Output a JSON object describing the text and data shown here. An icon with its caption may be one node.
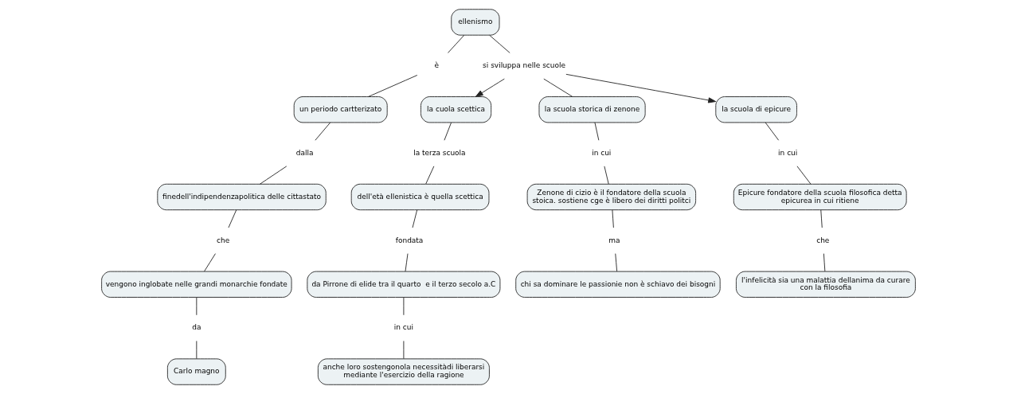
{
  "diagram": {
    "nodes": [
      {
        "text": [
          "ellenismo"
        ]
      },
      {
        "text": [
          "è"
        ]
      },
      {
        "text": [
          "si sviluppa nelle scuole"
        ]
      },
      {
        "text": [
          "un periodo cartterizato"
        ]
      },
      {
        "text": [
          "la cuola scettica"
        ]
      },
      {
        "text": [
          "la scuola storica di zenone"
        ]
      },
      {
        "text": [
          "la scuola di epicure"
        ]
      },
      {
        "text": [
          "dalla"
        ]
      },
      {
        "text": [
          "la terza scuola"
        ]
      },
      {
        "text": [
          "in cui"
        ]
      },
      {
        "text": [
          "in cui"
        ]
      },
      {
        "text": [
          "finedell'indipendenzapolitica delle cittastato"
        ]
      },
      {
        "text": [
          "dell'età ellenistica è quella scettica"
        ]
      },
      {
        "text": [
          "Zenone di cizio è il fondatore della scuola stoica. sostiene cge è libero dei diritti politci"
        ]
      },
      {
        "text": [
          "Epicure fondatore della scuola filosofica detta epicurea in cui ritiene"
        ]
      },
      {
        "text": [
          "che"
        ]
      },
      {
        "text": [
          "fondata"
        ]
      },
      {
        "text": [
          "ma"
        ]
      },
      {
        "text": [
          "che"
        ]
      },
      {
        "text": [
          "vengono inglobate nelle grandi monarchie fondate"
        ]
      },
      {
        "text": [
          "da Pirrone di elide tra il quarto  e il terzo secolo a.C"
        ]
      },
      {
        "text": [
          "chi sa dominare le passionie non è schiavo dei bisogni"
        ]
      },
      {
        "text": [
          "l'infelicità sia una malattia dellanima da curare con la filosofia"
        ]
      },
      {
        "text": [
          "da"
        ]
      },
      {
        "text": [
          "in cui"
        ]
      },
      {
        "text": [
          "Carlo magno"
        ]
      },
      {
        "text": [
          "anche loro sostengonola necessitàdi liberarsi mediante l'esercizio della ragione"
        ]
      }
    ],
    "edges": [
      {
        "from": 0,
        "to": 1,
        "arrow": "none"
      },
      {
        "from": 1,
        "to": 3,
        "arrow": "none"
      },
      {
        "from": 0,
        "to": 2,
        "arrow": "none"
      },
      {
        "from": 2,
        "to": 4,
        "arrow": "to"
      },
      {
        "from": 2,
        "to": 5,
        "arrow": "none"
      },
      {
        "from": 2,
        "to": 6,
        "arrow": "to"
      },
      {
        "from": 3,
        "to": 7,
        "arrow": "none"
      },
      {
        "from": 7,
        "to": 11,
        "arrow": "none"
      },
      {
        "from": 11,
        "to": 15,
        "arrow": "none"
      },
      {
        "from": 15,
        "to": 19,
        "arrow": "none"
      },
      {
        "from": 19,
        "to": 23,
        "arrow": "none"
      },
      {
        "from": 23,
        "to": 25,
        "arrow": "none"
      },
      {
        "from": 4,
        "to": 8,
        "arrow": "none"
      },
      {
        "from": 8,
        "to": 12,
        "arrow": "none"
      },
      {
        "from": 12,
        "to": 16,
        "arrow": "none"
      },
      {
        "from": 16,
        "to": 20,
        "arrow": "none"
      },
      {
        "from": 20,
        "to": 24,
        "arrow": "none"
      },
      {
        "from": 24,
        "to": 26,
        "arrow": "none"
      },
      {
        "from": 5,
        "to": 9,
        "arrow": "none"
      },
      {
        "from": 9,
        "to": 13,
        "arrow": "none"
      },
      {
        "from": 13,
        "to": 17,
        "arrow": "none"
      },
      {
        "from": 17,
        "to": 21,
        "arrow": "none"
      },
      {
        "from": 6,
        "to": 10,
        "arrow": "none"
      },
      {
        "from": 10,
        "to": 14,
        "arrow": "none"
      },
      {
        "from": 14,
        "to": 18,
        "arrow": "none"
      },
      {
        "from": 18,
        "to": 22,
        "arrow": "none"
      }
    ]
  }
}
